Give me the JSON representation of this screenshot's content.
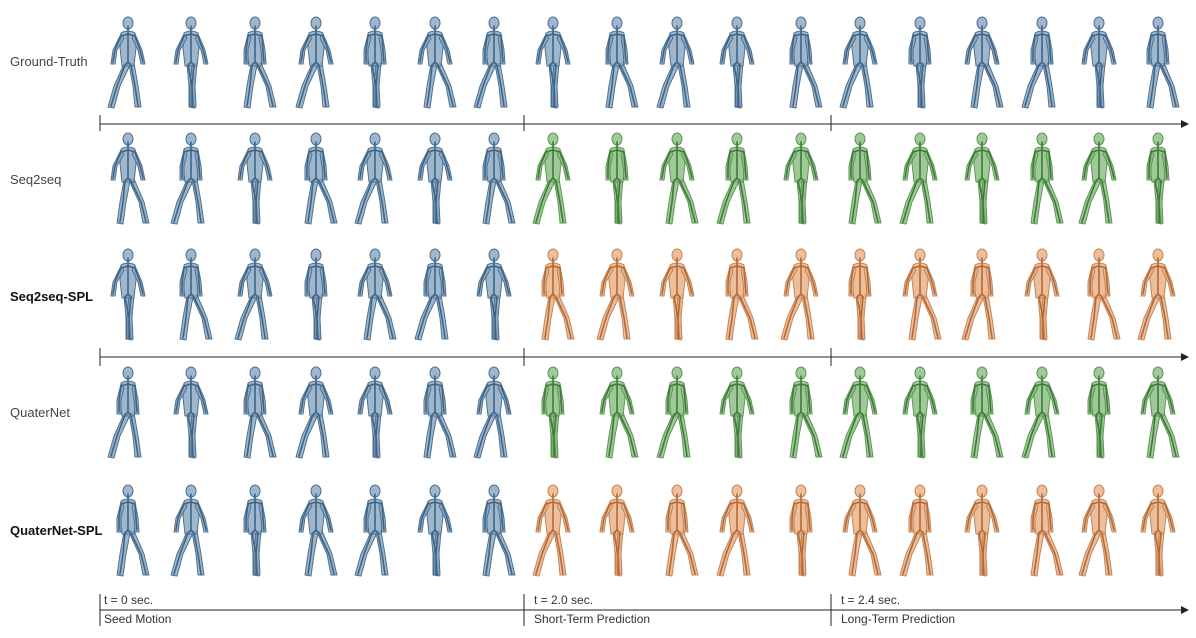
{
  "rows": [
    {
      "label": "Ground-Truth",
      "bold": false,
      "colors": [
        "blue",
        "blue",
        "blue",
        "blue",
        "blue",
        "blue",
        "blue",
        "blue",
        "blue",
        "blue",
        "blue",
        "blue",
        "blue",
        "blue",
        "blue",
        "blue",
        "blue",
        "blue"
      ]
    },
    {
      "label": "Seq2seq",
      "bold": false,
      "colors": [
        "blue",
        "blue",
        "blue",
        "blue",
        "blue",
        "blue",
        "blue",
        "green",
        "green",
        "green",
        "green",
        "green",
        "green",
        "green",
        "green",
        "green",
        "green",
        "green"
      ]
    },
    {
      "label": "Seq2seq-SPL",
      "bold": true,
      "colors": [
        "blue",
        "blue",
        "blue",
        "blue",
        "blue",
        "blue",
        "blue",
        "orange",
        "orange",
        "orange",
        "orange",
        "orange",
        "orange",
        "orange",
        "orange",
        "orange",
        "orange",
        "orange"
      ]
    },
    {
      "label": "QuaterNet",
      "bold": false,
      "colors": [
        "blue",
        "blue",
        "blue",
        "blue",
        "blue",
        "blue",
        "blue",
        "green",
        "green",
        "green",
        "green",
        "green",
        "green",
        "green",
        "green",
        "green",
        "green",
        "green"
      ]
    },
    {
      "label": "QuaterNet-SPL",
      "bold": true,
      "colors": [
        "blue",
        "blue",
        "blue",
        "blue",
        "blue",
        "blue",
        "blue",
        "orange",
        "orange",
        "orange",
        "orange",
        "orange",
        "orange",
        "orange",
        "orange",
        "orange",
        "orange",
        "orange"
      ]
    }
  ],
  "palette": {
    "blue": {
      "fill": "#8eaac3",
      "stroke": "#4f7190",
      "bone": "#3e6587"
    },
    "green": {
      "fill": "#8fc088",
      "stroke": "#5d9655",
      "bone": "#3f7a38"
    },
    "orange": {
      "fill": "#eab38a",
      "stroke": "#c4865a",
      "bone": "#b46a35"
    }
  },
  "timeline": {
    "t0": "t = 0 sec.",
    "t1": "t = 2.0 sec.",
    "t2": "t = 2.4 sec.",
    "seg0": "Seed Motion",
    "seg1": "Short-Term Prediction",
    "seg2": "Long-Term Prediction"
  }
}
